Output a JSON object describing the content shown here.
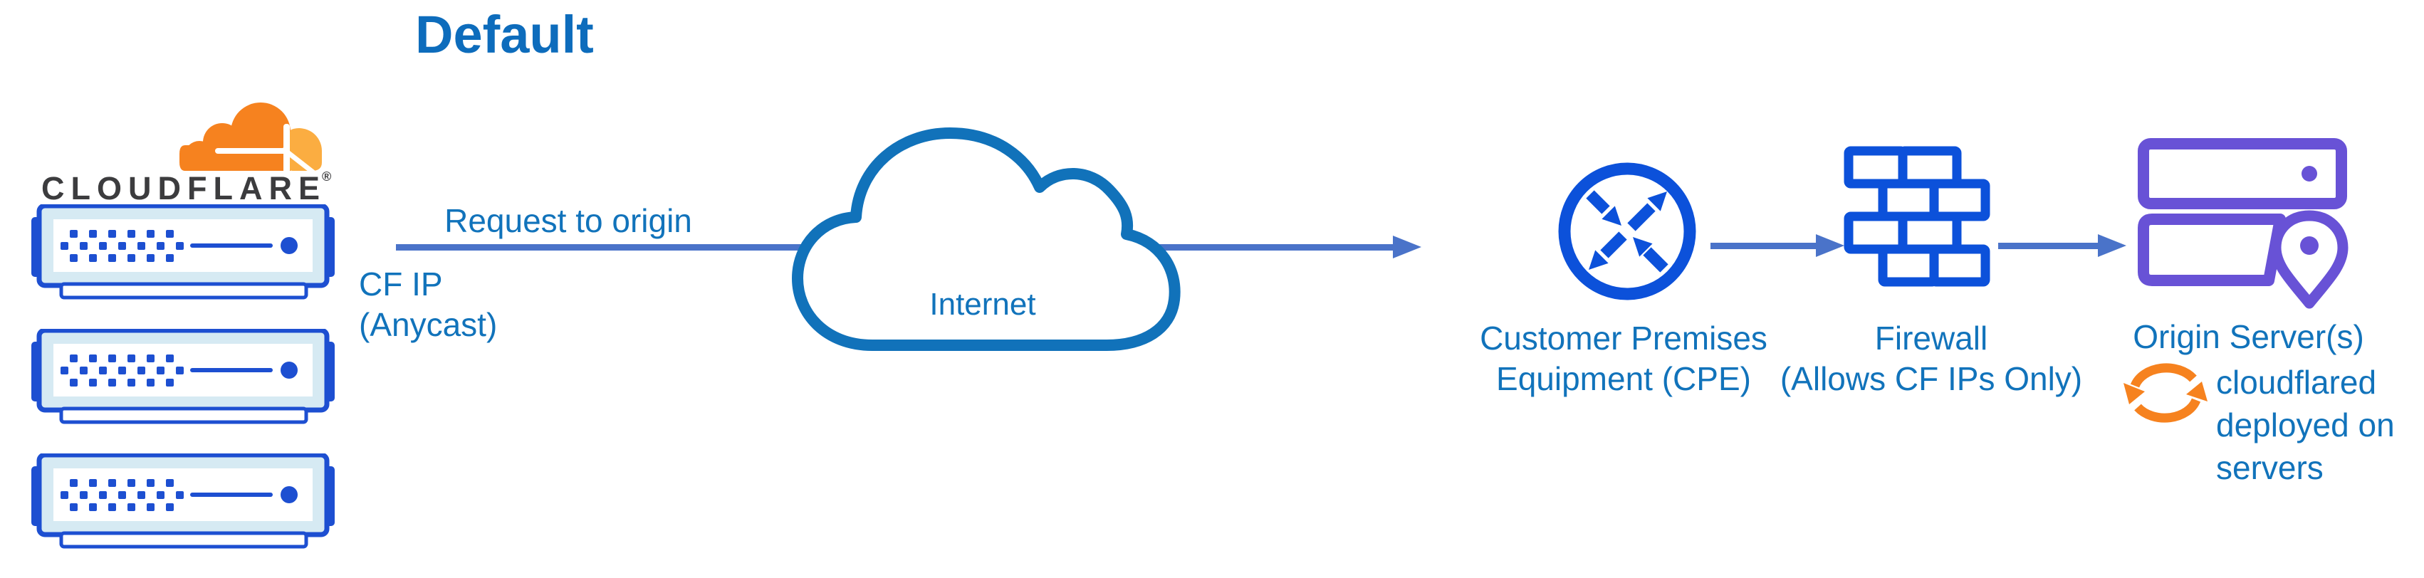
{
  "title": "Default",
  "logo": {
    "wordmark": "CLOUDFLARE",
    "registered": "®"
  },
  "labels": {
    "request_to_origin": "Request to origin",
    "cf_ip_line1": "CF IP",
    "cf_ip_line2": "(Anycast)",
    "internet": "Internet",
    "cpe_line1": "Customer Premises",
    "cpe_line2": "Equipment (CPE)",
    "firewall_line1": "Firewall",
    "firewall_line2": "(Allows CF IPs Only)",
    "origin_servers": "Origin Server(s)",
    "cloudflared_line1": "cloudflared",
    "cloudflared_line2": "deployed on",
    "cloudflared_line3": "servers"
  },
  "icons": {
    "cloudflare_logo_cloud": "two-tone orange cloud",
    "edge_server": "blue server rack box (x3)",
    "internet_cloud": "blue outlined cloud",
    "cpe_router": "circle with four diagonal arrows",
    "firewall": "blue brick wall",
    "origin_server": "purple server racks with location pin",
    "cloudflared_sync": "orange circular sync arrows"
  },
  "colors": {
    "title_blue": "#0d6cbc",
    "label_blue": "#1173bb",
    "line_blue": "#4a73c9",
    "icon_blue": "#0c51da",
    "server_blue": "#1d4fd1",
    "server_panel_light": "#d6eaf3",
    "cloud_stroke_blue": "#1172ba",
    "origin_purple": "#6852d6",
    "brand_orange": "#f6821f",
    "brand_orange_light": "#fbad41",
    "wordmark_dark": "#3c3c3e"
  }
}
